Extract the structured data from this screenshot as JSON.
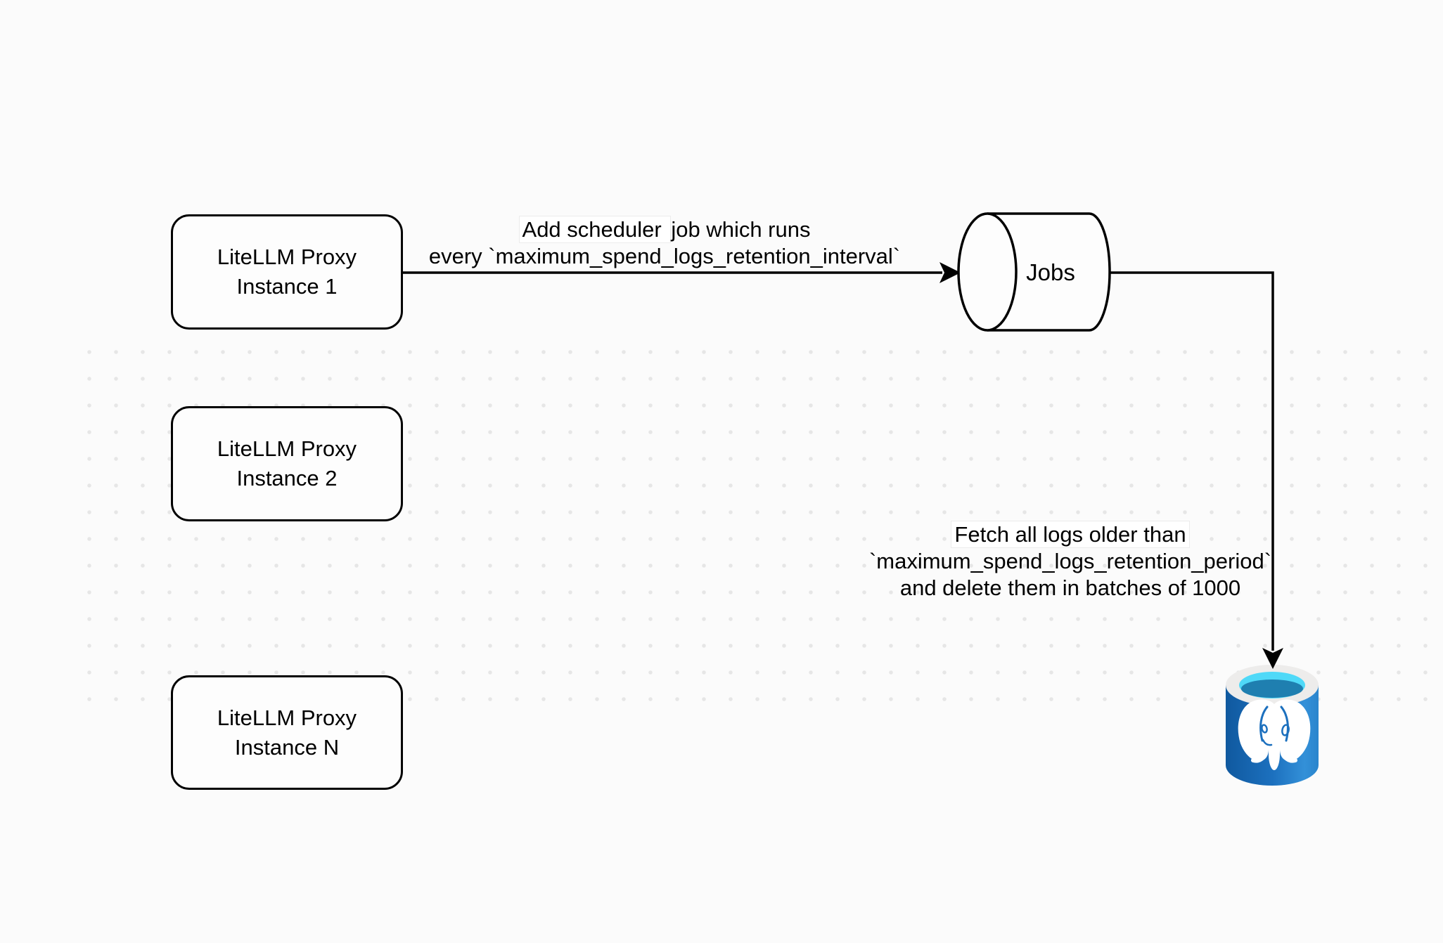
{
  "diagram": {
    "nodes": {
      "proxy1": {
        "line1": "LiteLLM Proxy",
        "line2": "Instance 1"
      },
      "proxy2": {
        "line1": "LiteLLM Proxy",
        "line2": "Instance 2"
      },
      "proxyN": {
        "line1": "LiteLLM Proxy",
        "line2": "Instance N"
      },
      "jobs": {
        "label": "Jobs"
      },
      "database": {
        "icon": "postgresql-database"
      }
    },
    "edges": {
      "add_job": {
        "line1_highlight": "Add scheduler ",
        "line1_rest": "job which runs",
        "line2": "every `maximum_spend_logs_retention_interval`"
      },
      "cleanup": {
        "line1": "Fetch all logs older than",
        "line2": "`maximum_spend_logs_retention_period`",
        "line3": "and delete them in batches of 1000"
      }
    },
    "colors": {
      "stroke": "#000000",
      "background": "#fbfbfb",
      "grid_dot": "#e6e6e6",
      "node_fill": "#fdfdfd",
      "postgres_blue": "#1c70be",
      "postgres_blue_dark": "#10599f",
      "postgres_blue_light": "#3390d8",
      "postgres_rim": "#edeceb",
      "postgres_cyan": "#4fd9f8",
      "postgres_teal": "#1f7fb0"
    }
  }
}
